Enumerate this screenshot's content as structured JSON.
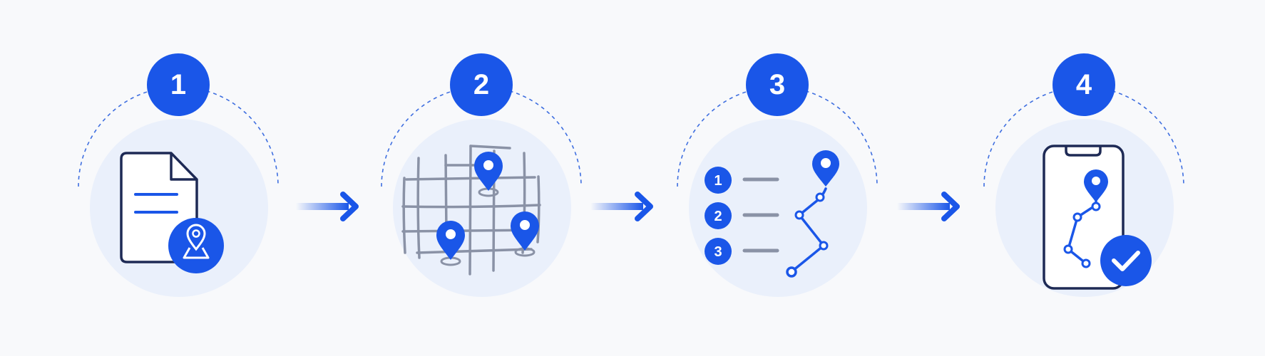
{
  "steps": [
    {
      "number": "1",
      "icon": "document-location-icon"
    },
    {
      "number": "2",
      "icon": "map-pins-icon"
    },
    {
      "number": "3",
      "icon": "ordered-route-icon"
    },
    {
      "number": "4",
      "icon": "phone-route-check-icon"
    }
  ],
  "colors": {
    "accent": "#1a56e8",
    "navy": "#1e2a55",
    "disc": "#eaf0fb",
    "muted": "#8a92a6",
    "background": "#f8f9fb"
  }
}
